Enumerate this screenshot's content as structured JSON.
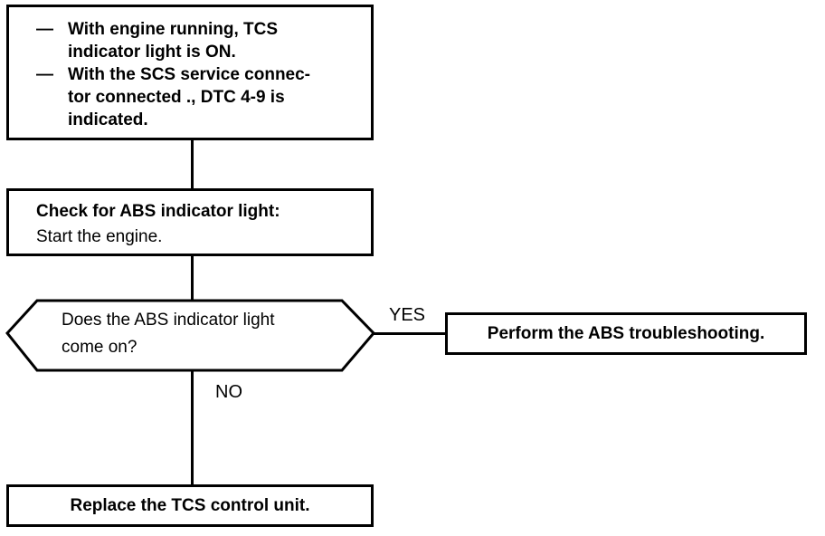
{
  "colors": {
    "ink": "#000000",
    "paper": "#ffffff"
  },
  "flowchart": {
    "symptom_box": {
      "items": [
        {
          "bullet": "—",
          "lines": [
            "With engine running, TCS",
            "indicator light is ON."
          ]
        },
        {
          "bullet": "—",
          "lines": [
            "With the SCS service connec-",
            "tor connected ., DTC 4-9 is",
            "indicated."
          ]
        }
      ]
    },
    "check_box": {
      "line1": "Check for ABS indicator light:",
      "line2": "Start the engine."
    },
    "decision": {
      "lines": [
        "Does the ABS indicator light",
        "come on?"
      ]
    },
    "labels": {
      "yes": "YES",
      "no": "NO"
    },
    "yes_box": {
      "text": "Perform the ABS troubleshooting."
    },
    "no_box": {
      "text": "Replace the TCS control unit."
    }
  }
}
